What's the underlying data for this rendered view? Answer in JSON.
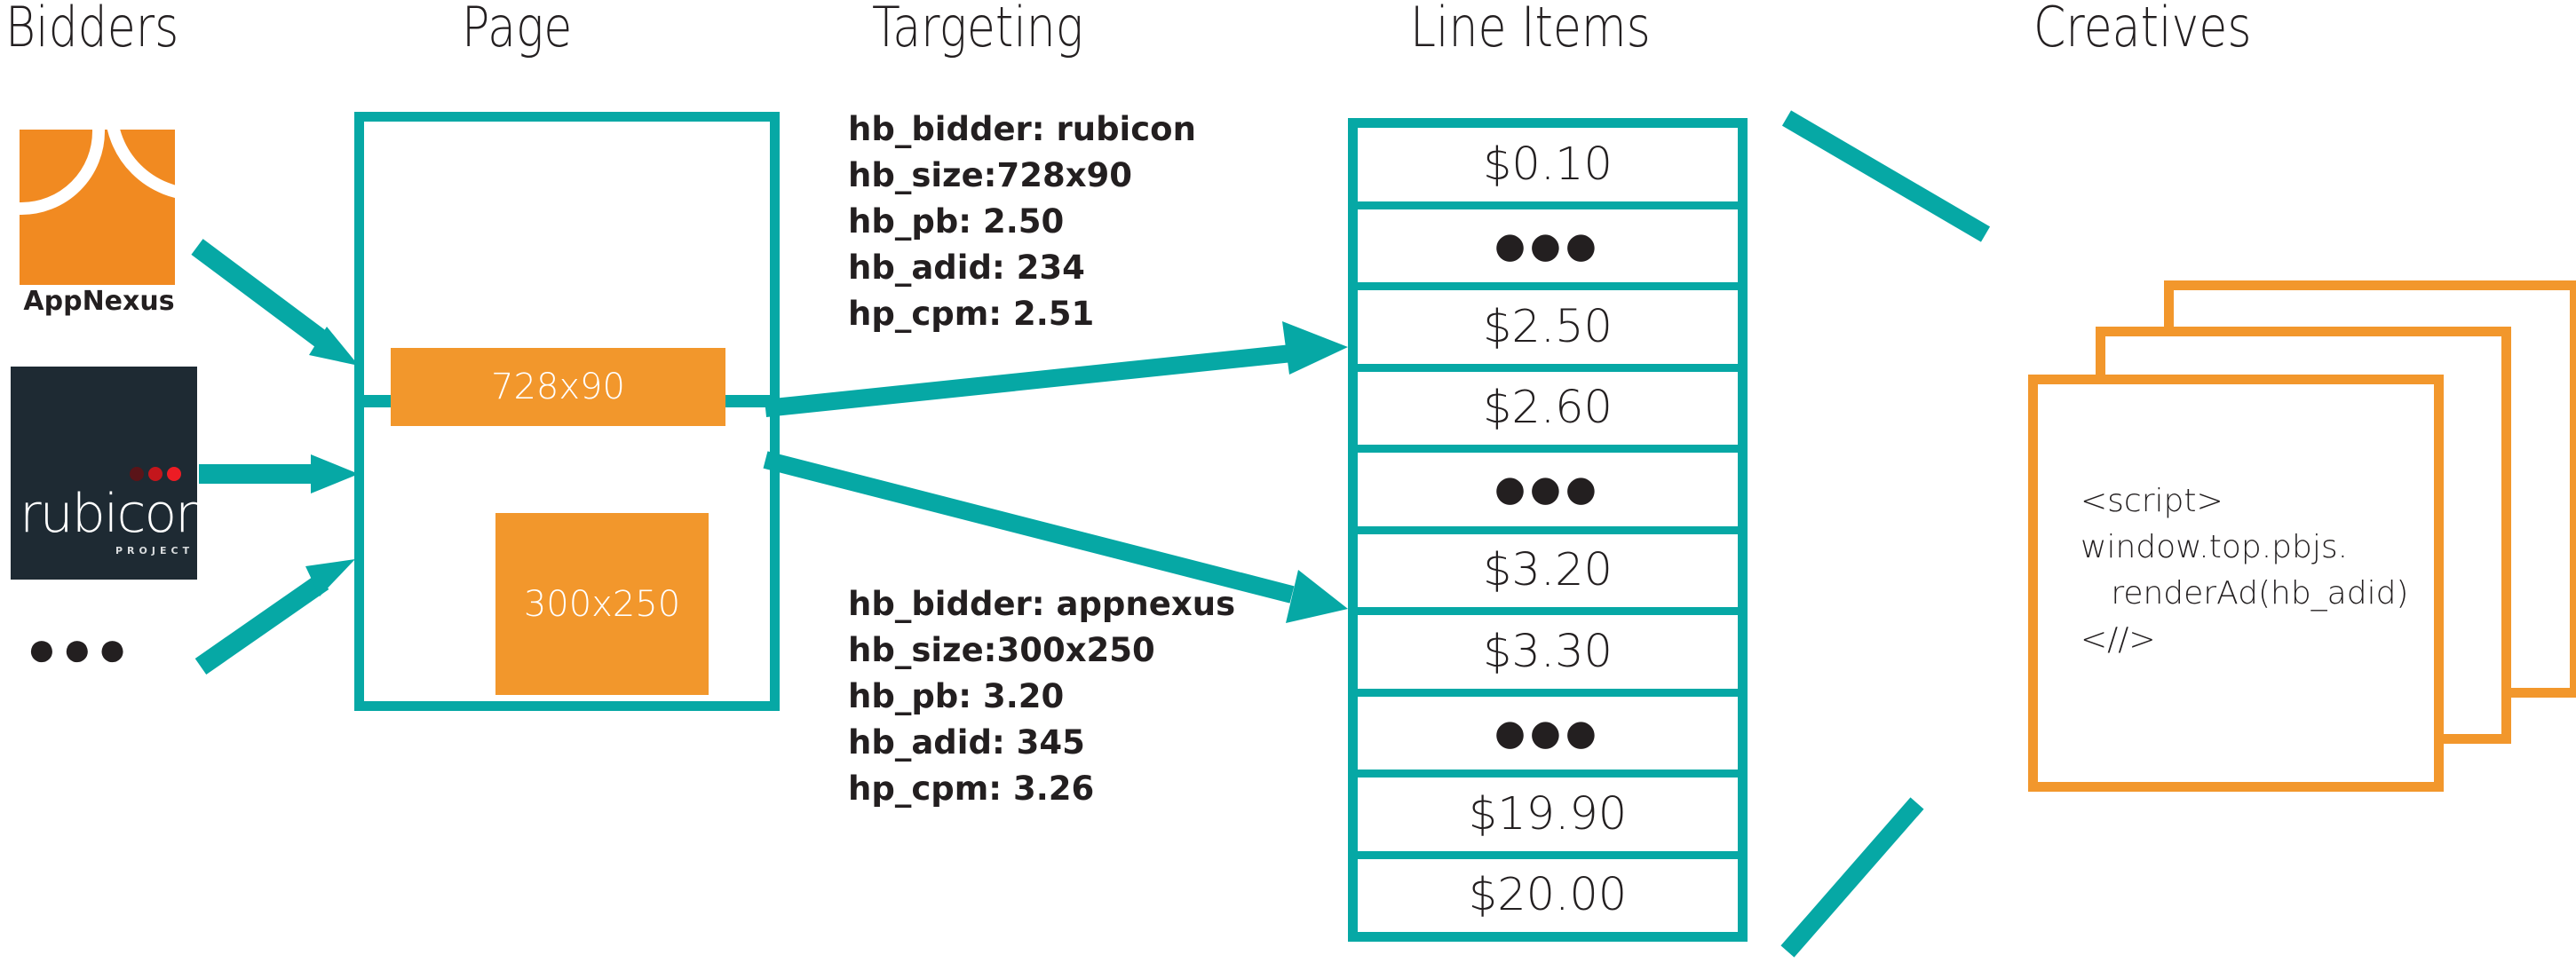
{
  "columns": {
    "bidders": "Bidders",
    "page": "Page",
    "targeting": "Targeting",
    "line_items": "Line Items",
    "creatives": "Creatives"
  },
  "colors": {
    "teal": "#06a8a5",
    "orange": "#F2972C",
    "logo_orange": "#F18A21",
    "rubicon_navy": "#1e2a33",
    "text": "#231f20"
  },
  "bidders": {
    "appnexus_label": "AppNexus",
    "rubicon_word": "rubicon",
    "rubicon_sub": "PROJECT",
    "more_ellipsis": "●●●"
  },
  "page": {
    "ad_slot_728": "728x90",
    "ad_slot_300": "300x250"
  },
  "targeting": {
    "top": "hb_bidder: rubicon\nhb_size:728x90\nhb_pb: 2.50\nhb_adid: 234\nhp_cpm: 2.51",
    "bottom": "hb_bidder: appnexus\nhb_size:300x250\nhb_pb: 3.20\nhb_adid: 345\nhp_cpm: 3.26",
    "top_lines": [
      "hb_bidder: rubicon",
      "hb_size:728x90",
      "hb_pb: 2.50",
      "hb_adid: 234",
      "hp_cpm: 2.51"
    ],
    "bottom_lines": [
      "hb_bidder: appnexus",
      "hb_size:300x250",
      "hb_pb: 3.20",
      "hb_adid: 345",
      "hp_cpm: 3.26"
    ]
  },
  "line_items": {
    "rows": [
      "$0.10",
      "●●●",
      "$2.50",
      "$2.60",
      "●●●",
      "$3.20",
      "$3.30",
      "●●●",
      "$19.90",
      "$20.00"
    ]
  },
  "creatives": {
    "code": "<script>\nwindow.top.pbjs.\n   renderAd(hb_adid)\n<//>"
  }
}
